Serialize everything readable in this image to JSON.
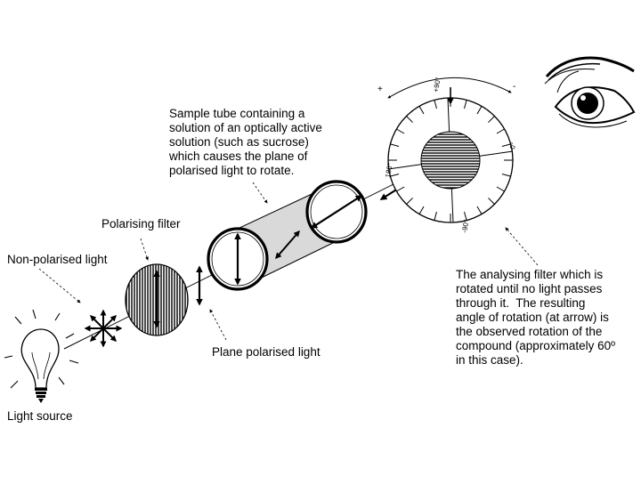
{
  "labels": {
    "sample_tube": "Sample tube containing a\nsolution of an optically active\nsolution (such as sucrose)\nwhich causes the plane of\npolarised light to rotate.",
    "polarising_filter": "Polarising filter",
    "non_polarised": "Non-polarised light",
    "plane_polarised": "Plane polarised light",
    "light_source": "Light source",
    "analysing_filter": "The analysing filter which is\nrotated until no light passes\nthrough it.  The resulting\nangle of rotation (at arrow) is\nthe observed rotation of the\ncompound (approximately 60º\nin this case)."
  },
  "dial": {
    "ticks": {
      "top": "+90°",
      "right": "0°",
      "left": "180°",
      "bottom": "-90°"
    },
    "plus": "+",
    "minus": "-"
  }
}
